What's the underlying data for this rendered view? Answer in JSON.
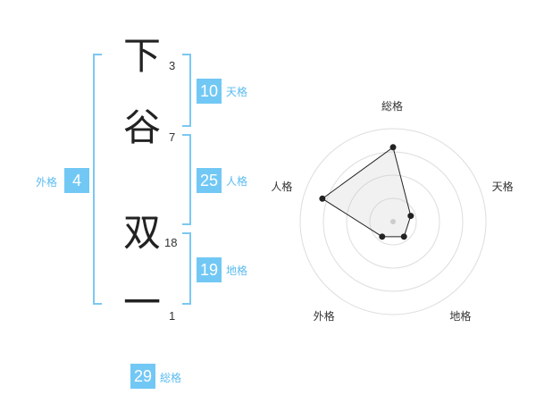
{
  "name_chars": [
    {
      "char": "下",
      "strokes": "3"
    },
    {
      "char": "谷",
      "strokes": "7"
    },
    {
      "char": "双",
      "strokes": "18"
    },
    {
      "char": "一",
      "strokes": "1"
    }
  ],
  "kakusu": {
    "tenkaku": {
      "value": "10",
      "label": "天格"
    },
    "jinkaku": {
      "value": "25",
      "label": "人格"
    },
    "chikaku": {
      "value": "19",
      "label": "地格"
    },
    "gaikaku": {
      "value": "4",
      "label": "外格"
    },
    "soukaku": {
      "value": "29",
      "label": "総格"
    }
  },
  "colors": {
    "accent": "#72c8f5",
    "bracket": "#7cc7f2"
  },
  "chart_data": {
    "type": "radar",
    "axes": [
      "総格",
      "天格",
      "地格",
      "外格",
      "人格"
    ],
    "values": [
      0.8,
      0.2,
      0.2,
      0.2,
      0.8
    ],
    "rings": 4,
    "grid": true
  }
}
